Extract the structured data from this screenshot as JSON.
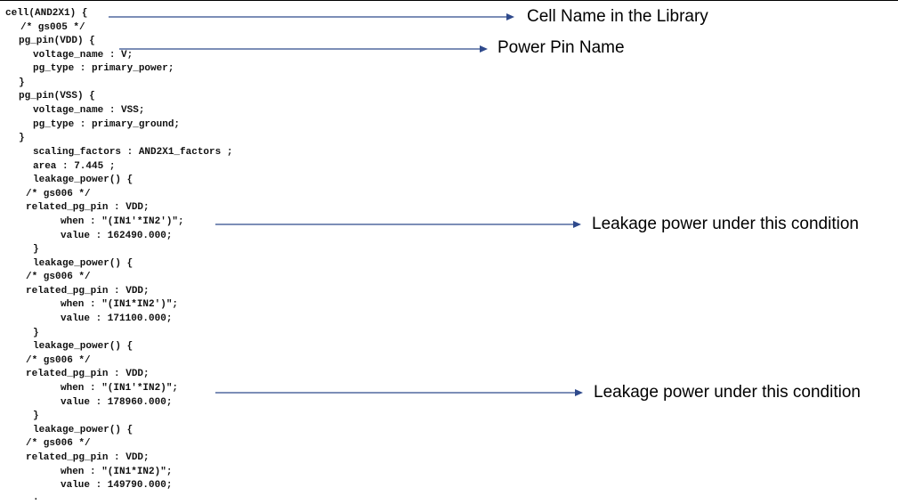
{
  "code_lines": [
    "cell(AND2X1) {",
    "/* gs005 */",
    "pg_pin(VDD) {",
    "voltage_name : V;",
    "pg_type : primary_power;",
    "}",
    "pg_pin(VSS) {",
    "voltage_name : VSS;",
    "pg_type : primary_ground;",
    "}",
    "scaling_factors : AND2X1_factors ;",
    "area : 7.445 ;",
    "leakage_power() {",
    "/* gs006 */",
    "related_pg_pin : VDD;",
    "when : \"(IN1'*IN2')\";",
    "value : 162490.000;",
    "}",
    "leakage_power() {",
    "/* gs006 */",
    "related_pg_pin : VDD;",
    "when : \"(IN1*IN2')\";",
    "value : 171100.000;",
    "}",
    "leakage_power() {",
    "/* gs006 */",
    "related_pg_pin : VDD;",
    "when : \"(IN1'*IN2)\";",
    "value : 178960.000;",
    "}",
    "leakage_power() {",
    "/* gs006 */",
    "related_pg_pin : VDD;",
    "when : \"(IN1*IN2)\";",
    "value : 149790.000;",
    "."
  ],
  "callouts": [
    "Cell Name in the Library",
    "Power Pin Name",
    "Leakage power under this condition",
    "Leakage power under this condition"
  ],
  "colors": {
    "arrow": "#2f4a8c",
    "code_text": "#111111",
    "callout_text": "#000000"
  }
}
